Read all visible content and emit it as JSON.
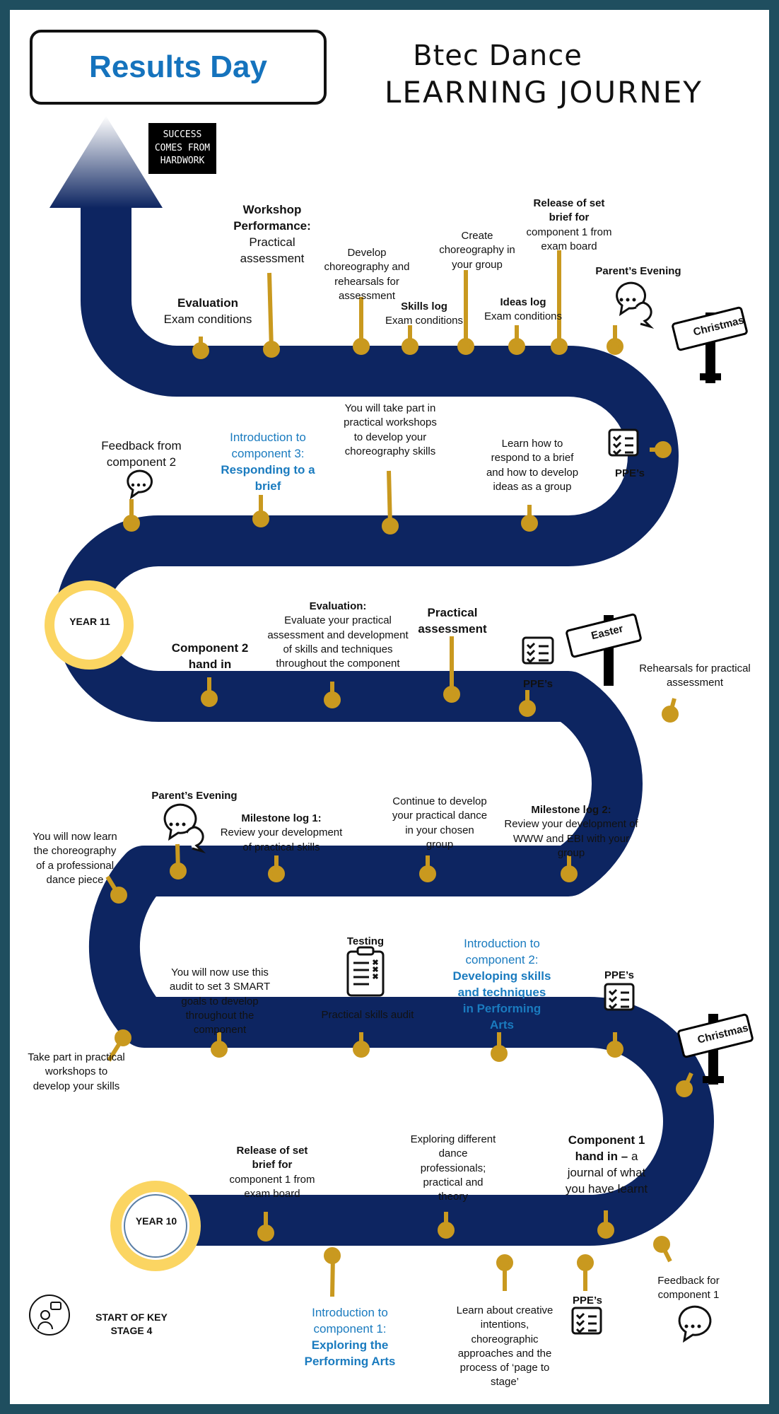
{
  "header": {
    "results_day": "Results Day",
    "title_line1": "Btec Dance",
    "title_line2": "LEARNING JOURNEY",
    "motto": "SUCCESS COMES FROM HARDWORK"
  },
  "markers": {
    "year11": "YEAR 11",
    "year10": "YEAR 10",
    "start": "START OF KEY STAGE 4"
  },
  "signs": {
    "christmas_top": "Christmas",
    "easter": "Easter",
    "christmas_bottom": "Christmas"
  },
  "row1": {
    "evaluation_title": "Evaluation",
    "evaluation_text": "Exam conditions",
    "workshop_title": "Workshop Performance:",
    "workshop_text": "Practical assessment",
    "develop_text": "Develop choreography and rehearsals for assessment",
    "skills_log_title": "Skills log",
    "skills_log_text": "Exam conditions",
    "create_text": "Create choreography in your group",
    "ideas_log_title": "Ideas log",
    "ideas_log_text": "Exam conditions",
    "release_title": "Release of set brief for",
    "release_text": "component 1 from exam board",
    "parents_evening": "Parent’s Evening"
  },
  "row2": {
    "feedback2": "Feedback from component 2",
    "intro3_line": "Introduction to component 3:",
    "intro3_title": "Responding to a brief",
    "workshops_text": "You will take part in practical workshops to develop your choreography skills",
    "learn_brief_text": "Learn how to respond to a brief and how to develop ideas as a group",
    "ppes": "PPE’s"
  },
  "row3": {
    "component2_handin": "Component 2 hand in",
    "evaluation_title": "Evaluation:",
    "evaluation_text": "Evaluate your practical assessment and development of skills and techniques throughout the component",
    "practical_assessment": "Practical assessment",
    "ppes": "PPE’s",
    "rehearsals_text": "Rehearsals for practical assessment"
  },
  "row4": {
    "learn_choreo_text": "You will now learn the choreography of a professional dance piece",
    "parents_evening": "Parent’s Evening",
    "milestone1_title": "Milestone log 1:",
    "milestone1_text": "Review your development of practical skills",
    "continue_text": "Continue to develop your practical dance in your chosen group",
    "milestone2_title": "Milestone log 2:",
    "milestone2_text": "Review your development of WWW and EBI with your group"
  },
  "row5": {
    "audit_text": "You will now use this audit to set 3 SMART goals to develop throughout the component",
    "testing": "Testing",
    "practical_audit": "Practical skills audit",
    "intro2_line": "Introduction to component 2:",
    "intro2_title": "Developing skills and techniques in Performing Arts",
    "ppes": "PPE’s",
    "workshops_text": "Take part in practical workshops to develop your skills"
  },
  "row6": {
    "release_title": "Release of set brief for",
    "release_text": "component 1 from exam board",
    "exploring_text": "Exploring different dance professionals; practical and theory",
    "component1_title": "Component 1 hand in –",
    "component1_text": "a journal of what you have learnt",
    "feedback1": "Feedback for component 1",
    "intro1_line": "Introduction to component 1:",
    "intro1_title": "Exploring the Performing Arts",
    "creative_text": "Learn about creative intentions, choreographic approaches and the process of ‘page to stage’",
    "ppes": "PPE’s"
  },
  "colors": {
    "road": "#0d2561",
    "gold": "#c9991f",
    "year_ring": "#fbd562",
    "blue_text": "#1a7bbf",
    "frame": "#1f4e5f"
  }
}
